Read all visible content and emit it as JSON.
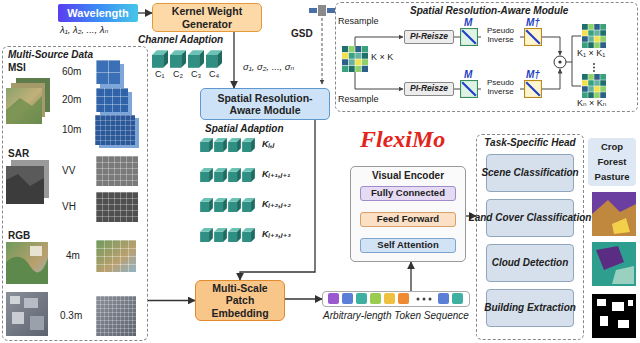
{
  "diagram": {
    "nodes": [
      {
        "text": [
          "Wavelength"
        ]
      },
      {
        "text": [
          "Kernel Weight Generator"
        ]
      },
      {
        "text": [
          "Spatial Resolution-Aware Module"
        ]
      },
      {
        "text": [
          "Multi-Scale Patch Embedding"
        ]
      },
      {
        "text": [
          "Multi-Source Data"
        ]
      },
      {
        "text": [
          "Visual Encoder"
        ]
      },
      {
        "text": [
          "Self Attention"
        ],
        "in": 5
      },
      {
        "text": [
          "Feed Forward"
        ],
        "in": 5
      },
      {
        "text": [
          "Fully Connected"
        ],
        "in": 5
      },
      {
        "text": [
          "Task-Specific Head"
        ]
      },
      {
        "text": [
          "Scene Classification"
        ],
        "in": 9
      },
      {
        "text": [
          "Land Cover Classification"
        ],
        "in": 9
      },
      {
        "text": [
          "Cloud Detection"
        ],
        "in": 9
      },
      {
        "text": [
          "Building Extraction"
        ],
        "in": 9
      },
      {
        "text": [
          "Spatial Resolution-Aware Module"
        ]
      },
      {
        "text": [
          "PI-Reisze"
        ],
        "in": 14
      },
      {
        "text": [
          "PI-Reisze"
        ],
        "in": 14
      },
      {
        "text": [
          "Arbitrary-length Token Sequence"
        ]
      }
    ],
    "edges": [
      {
        "from": 0,
        "to": 1,
        "arrow": "to"
      },
      {
        "from": 1,
        "to": 2,
        "arrow": "to"
      },
      {
        "from": 2,
        "to": 3,
        "arrow": "to"
      },
      {
        "from": 4,
        "to": 3,
        "arrow": "to"
      },
      {
        "from": 3,
        "to": 17,
        "arrow": "to"
      },
      {
        "from": 17,
        "to": 5,
        "arrow": "to"
      },
      {
        "from": 5,
        "to": 9,
        "arrow": "to"
      },
      {
        "from": 6,
        "to": 7,
        "arrow": "to"
      },
      {
        "from": 7,
        "to": 8,
        "arrow": "to"
      }
    ],
    "labels": [
      "FlexiMo",
      "λ₁, λ₂, ..., λₙ",
      "Channel Adaption",
      "C₁",
      "C₂",
      "C₃",
      "C₄",
      "GSD",
      "σ₁, σ₂, ..., σₙ",
      "Spatial Adaption",
      "Kᵢ,ⱼ",
      "Kᵢ₊₁,ⱼ₊₁",
      "Kᵢ₊₂,ⱼ₊₂",
      "Kᵢ₊₃,ⱼ₊₃",
      "MSI",
      "60m",
      "20m",
      "10m",
      "SAR",
      "VV",
      "VH",
      "RGB",
      "4m",
      "0.3m",
      "Resample",
      "K × K",
      "Resample",
      "M",
      "Pseudo Inverse",
      "M†",
      "M",
      "Pseudo Inverse",
      "M†",
      "K₁ × K₁",
      "Kₙ × Kₙ",
      "Crop",
      "Forest",
      "Pasture"
    ]
  }
}
